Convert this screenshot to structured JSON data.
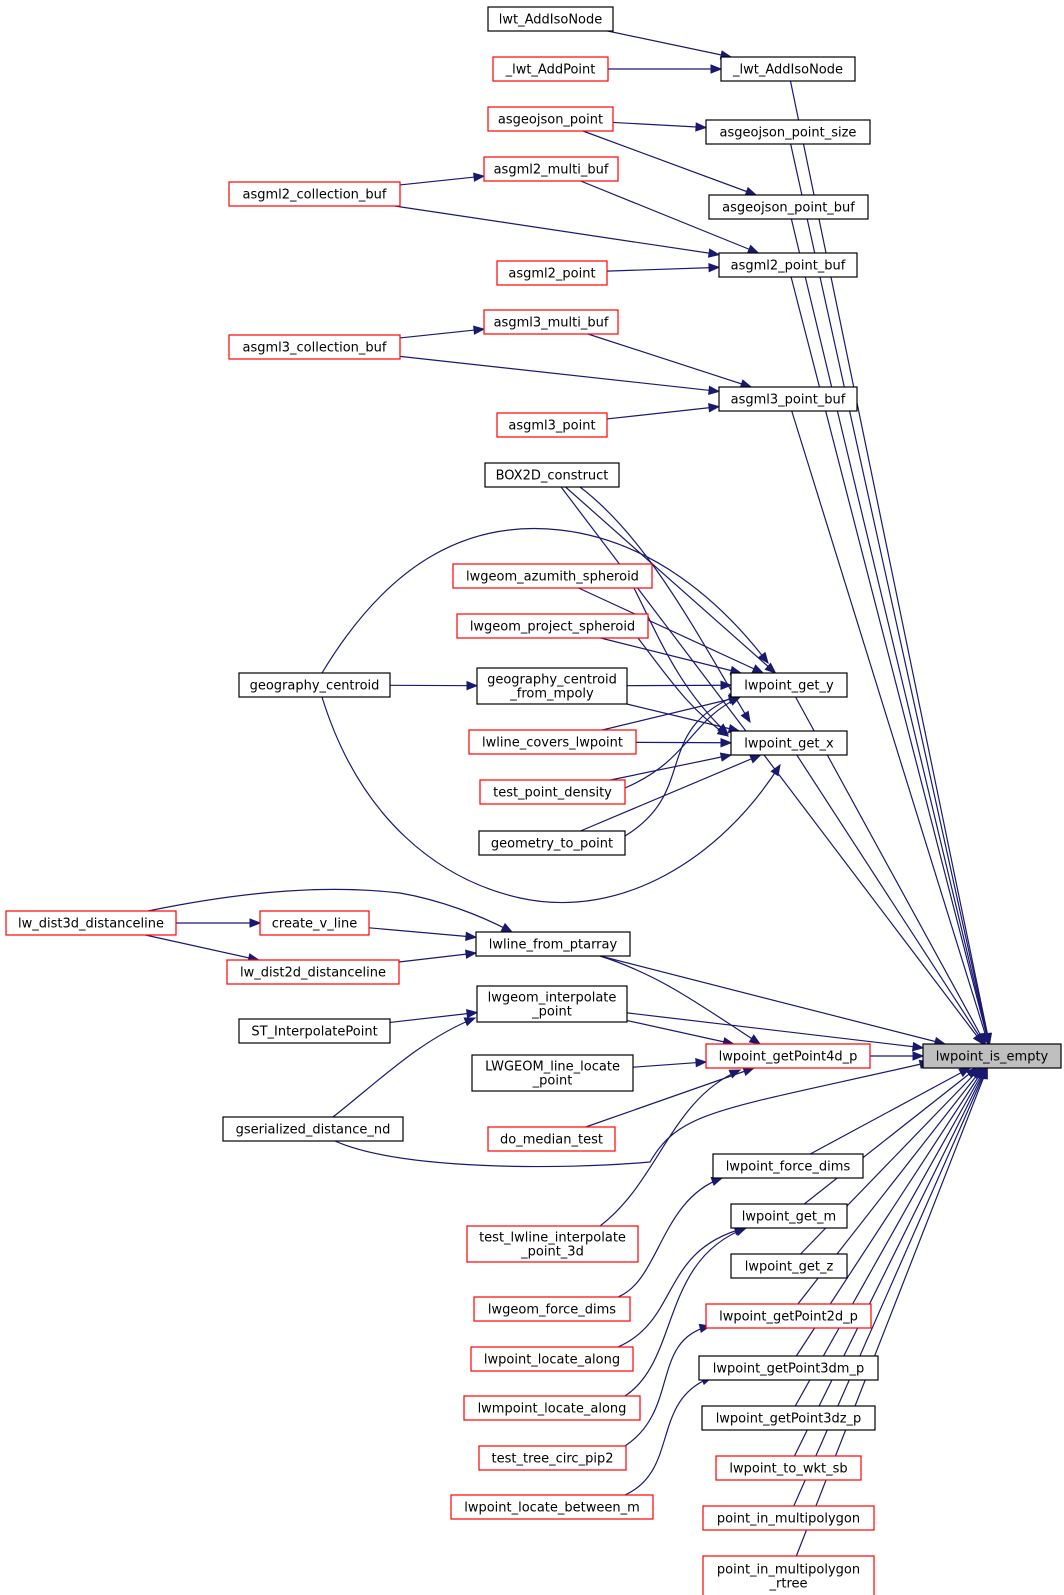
{
  "target": "lwpoint_is_empty",
  "nodes": {
    "lwt_AddIsoNode": {
      "lines": [
        "lwt_AddIsoNode"
      ],
      "style": "black"
    },
    "_lwt_AddPoint": {
      "lines": [
        "_lwt_AddPoint"
      ],
      "style": "red"
    },
    "_lwt_AddIsoNode": {
      "lines": [
        "_lwt_AddIsoNode"
      ],
      "style": "black"
    },
    "asgeojson_point": {
      "lines": [
        "asgeojson_point"
      ],
      "style": "red"
    },
    "asgeojson_point_size": {
      "lines": [
        "asgeojson_point_size"
      ],
      "style": "black"
    },
    "asgml2_multi_buf": {
      "lines": [
        "asgml2_multi_buf"
      ],
      "style": "red"
    },
    "asgml2_collection_buf": {
      "lines": [
        "asgml2_collection_buf"
      ],
      "style": "red"
    },
    "asgeojson_point_buf": {
      "lines": [
        "asgeojson_point_buf"
      ],
      "style": "black"
    },
    "asgml2_point_buf": {
      "lines": [
        "asgml2_point_buf"
      ],
      "style": "black"
    },
    "asgml2_point": {
      "lines": [
        "asgml2_point"
      ],
      "style": "red"
    },
    "asgml3_multi_buf": {
      "lines": [
        "asgml3_multi_buf"
      ],
      "style": "red"
    },
    "asgml3_collection_buf": {
      "lines": [
        "asgml3_collection_buf"
      ],
      "style": "red"
    },
    "asgml3_point_buf": {
      "lines": [
        "asgml3_point_buf"
      ],
      "style": "black"
    },
    "asgml3_point": {
      "lines": [
        "asgml3_point"
      ],
      "style": "red"
    },
    "BOX2D_construct": {
      "lines": [
        "BOX2D_construct"
      ],
      "style": "black"
    },
    "lwgeom_azumith_spheroid": {
      "lines": [
        "lwgeom_azumith_spheroid"
      ],
      "style": "red"
    },
    "lwgeom_project_spheroid": {
      "lines": [
        "lwgeom_project_spheroid"
      ],
      "style": "red"
    },
    "geography_centroid": {
      "lines": [
        "geography_centroid"
      ],
      "style": "black"
    },
    "geography_centroid_from_mpoly": {
      "lines": [
        "geography_centroid",
        "_from_mpoly"
      ],
      "style": "black"
    },
    "lwpoint_get_y": {
      "lines": [
        "lwpoint_get_y"
      ],
      "style": "black"
    },
    "lwline_covers_lwpoint": {
      "lines": [
        "lwline_covers_lwpoint"
      ],
      "style": "red"
    },
    "lwpoint_get_x": {
      "lines": [
        "lwpoint_get_x"
      ],
      "style": "black"
    },
    "test_point_density": {
      "lines": [
        "test_point_density"
      ],
      "style": "red"
    },
    "geometry_to_point": {
      "lines": [
        "geometry_to_point"
      ],
      "style": "black"
    },
    "lw_dist3d_distanceline": {
      "lines": [
        "lw_dist3d_distanceline"
      ],
      "style": "red"
    },
    "create_v_line": {
      "lines": [
        "create_v_line"
      ],
      "style": "red"
    },
    "lwline_from_ptarray": {
      "lines": [
        "lwline_from_ptarray"
      ],
      "style": "black"
    },
    "lw_dist2d_distanceline": {
      "lines": [
        "lw_dist2d_distanceline"
      ],
      "style": "red"
    },
    "lwgeom_interpolate_point": {
      "lines": [
        "lwgeom_interpolate",
        "_point"
      ],
      "style": "black"
    },
    "ST_InterpolatePoint": {
      "lines": [
        "ST_InterpolatePoint"
      ],
      "style": "black"
    },
    "lwpoint_getPoint4d_p": {
      "lines": [
        "lwpoint_getPoint4d_p"
      ],
      "style": "red"
    },
    "lwpoint_is_empty": {
      "lines": [
        "lwpoint_is_empty"
      ],
      "style": "target"
    },
    "LWGEOM_line_locate_point": {
      "lines": [
        "LWGEOM_line_locate",
        "_point"
      ],
      "style": "black"
    },
    "gserialized_distance_nd": {
      "lines": [
        "gserialized_distance_nd"
      ],
      "style": "black"
    },
    "do_median_test": {
      "lines": [
        "do_median_test"
      ],
      "style": "red"
    },
    "lwpoint_force_dims": {
      "lines": [
        "lwpoint_force_dims"
      ],
      "style": "black"
    },
    "lwpoint_get_m": {
      "lines": [
        "lwpoint_get_m"
      ],
      "style": "black"
    },
    "test_lwline_interpolate_point_3d": {
      "lines": [
        "test_lwline_interpolate",
        "_point_3d"
      ],
      "style": "red"
    },
    "lwpoint_get_z": {
      "lines": [
        "lwpoint_get_z"
      ],
      "style": "black"
    },
    "lwgeom_force_dims": {
      "lines": [
        "lwgeom_force_dims"
      ],
      "style": "red"
    },
    "lwpoint_getPoint2d_p": {
      "lines": [
        "lwpoint_getPoint2d_p"
      ],
      "style": "red"
    },
    "lwpoint_locate_along": {
      "lines": [
        "lwpoint_locate_along"
      ],
      "style": "red"
    },
    "lwpoint_getPoint3dm_p": {
      "lines": [
        "lwpoint_getPoint3dm_p"
      ],
      "style": "black"
    },
    "lwmpoint_locate_along": {
      "lines": [
        "lwmpoint_locate_along"
      ],
      "style": "red"
    },
    "lwpoint_getPoint3dz_p": {
      "lines": [
        "lwpoint_getPoint3dz_p"
      ],
      "style": "black"
    },
    "test_tree_circ_pip2": {
      "lines": [
        "test_tree_circ_pip2"
      ],
      "style": "red"
    },
    "lwpoint_to_wkt_sb": {
      "lines": [
        "lwpoint_to_wkt_sb"
      ],
      "style": "red"
    },
    "lwpoint_locate_between_m": {
      "lines": [
        "lwpoint_locate_between_m"
      ],
      "style": "red"
    },
    "point_in_multipolygon": {
      "lines": [
        "point_in_multipolygon"
      ],
      "style": "red"
    },
    "point_in_multipolygon_rtree": {
      "lines": [
        "point_in_multipolygon",
        "_rtree"
      ],
      "style": "red"
    }
  },
  "edges": [
    [
      "lwt_AddIsoNode",
      "_lwt_AddIsoNode"
    ],
    [
      "_lwt_AddPoint",
      "_lwt_AddIsoNode"
    ],
    [
      "_lwt_AddIsoNode",
      "lwpoint_is_empty"
    ],
    [
      "asgeojson_point",
      "asgeojson_point_size"
    ],
    [
      "asgeojson_point",
      "asgeojson_point_buf"
    ],
    [
      "asgeojson_point_size",
      "lwpoint_is_empty"
    ],
    [
      "asgeojson_point_buf",
      "lwpoint_is_empty"
    ],
    [
      "asgml2_collection_buf",
      "asgml2_multi_buf"
    ],
    [
      "asgml2_collection_buf",
      "asgml2_point_buf"
    ],
    [
      "asgml2_multi_buf",
      "asgml2_point_buf"
    ],
    [
      "asgml2_point",
      "asgml2_point_buf"
    ],
    [
      "asgml2_point_buf",
      "lwpoint_is_empty"
    ],
    [
      "asgml3_collection_buf",
      "asgml3_multi_buf"
    ],
    [
      "asgml3_collection_buf",
      "asgml3_point_buf"
    ],
    [
      "asgml3_multi_buf",
      "asgml3_point_buf"
    ],
    [
      "asgml3_point",
      "asgml3_point_buf"
    ],
    [
      "asgml3_point_buf",
      "lwpoint_is_empty"
    ],
    [
      "BOX2D_construct",
      "lwpoint_get_y"
    ],
    [
      "BOX2D_construct",
      "lwpoint_get_x"
    ],
    [
      "BOX2D_construct",
      "lwpoint_is_empty"
    ],
    [
      "lwgeom_azumith_spheroid",
      "lwpoint_get_y"
    ],
    [
      "lwgeom_azumith_spheroid",
      "lwpoint_get_x"
    ],
    [
      "lwgeom_project_spheroid",
      "lwpoint_get_y"
    ],
    [
      "lwgeom_project_spheroid",
      "lwpoint_get_x"
    ],
    [
      "geography_centroid",
      "geography_centroid_from_mpoly"
    ],
    [
      "geography_centroid",
      "lwpoint_get_y"
    ],
    [
      "geography_centroid",
      "lwpoint_get_x"
    ],
    [
      "geography_centroid_from_mpoly",
      "lwpoint_get_y"
    ],
    [
      "geography_centroid_from_mpoly",
      "lwpoint_get_x"
    ],
    [
      "lwline_covers_lwpoint",
      "lwpoint_get_y"
    ],
    [
      "lwline_covers_lwpoint",
      "lwpoint_get_x"
    ],
    [
      "test_point_density",
      "lwpoint_get_y"
    ],
    [
      "test_point_density",
      "lwpoint_get_x"
    ],
    [
      "geometry_to_point",
      "lwpoint_get_y"
    ],
    [
      "geometry_to_point",
      "lwpoint_get_x"
    ],
    [
      "lwpoint_get_y",
      "lwpoint_is_empty"
    ],
    [
      "lwpoint_get_x",
      "lwpoint_is_empty"
    ],
    [
      "lw_dist3d_distanceline",
      "create_v_line"
    ],
    [
      "lw_dist3d_distanceline",
      "lwline_from_ptarray"
    ],
    [
      "lw_dist2d_distanceline",
      "lwline_from_ptarray"
    ],
    [
      "lw_dist3d_distanceline",
      "lw_dist2d_distanceline"
    ],
    [
      "create_v_line",
      "lwline_from_ptarray"
    ],
    [
      "lwline_from_ptarray",
      "lwpoint_getPoint4d_p"
    ],
    [
      "lwline_from_ptarray",
      "lwpoint_is_empty"
    ],
    [
      "ST_InterpolatePoint",
      "lwgeom_interpolate_point"
    ],
    [
      "gserialized_distance_nd",
      "lwgeom_interpolate_point"
    ],
    [
      "lwgeom_interpolate_point",
      "lwpoint_getPoint4d_p"
    ],
    [
      "lwgeom_interpolate_point",
      "lwpoint_is_empty"
    ],
    [
      "LWGEOM_line_locate_point",
      "lwpoint_getPoint4d_p"
    ],
    [
      "do_median_test",
      "lwpoint_getPoint4d_p"
    ],
    [
      "gserialized_distance_nd",
      "lwpoint_is_empty"
    ],
    [
      "test_lwline_interpolate_point_3d",
      "lwpoint_getPoint4d_p"
    ],
    [
      "lwpoint_getPoint4d_p",
      "lwpoint_is_empty"
    ],
    [
      "lwgeom_force_dims",
      "lwpoint_force_dims"
    ],
    [
      "lwpoint_force_dims",
      "lwpoint_is_empty"
    ],
    [
      "lwpoint_locate_along",
      "lwpoint_get_m"
    ],
    [
      "lwmpoint_locate_along",
      "lwpoint_get_m"
    ],
    [
      "test_tree_circ_pip2",
      "lwpoint_getPoint2d_p"
    ],
    [
      "lwpoint_locate_between_m",
      "lwpoint_getPoint3dm_p"
    ],
    [
      "lwpoint_get_m",
      "lwpoint_is_empty"
    ],
    [
      "lwpoint_get_z",
      "lwpoint_is_empty"
    ],
    [
      "lwpoint_getPoint2d_p",
      "lwpoint_is_empty"
    ],
    [
      "lwpoint_getPoint3dm_p",
      "lwpoint_is_empty"
    ],
    [
      "lwpoint_getPoint3dz_p",
      "lwpoint_is_empty"
    ],
    [
      "lwpoint_to_wkt_sb",
      "lwpoint_is_empty"
    ],
    [
      "point_in_multipolygon",
      "lwpoint_is_empty"
    ],
    [
      "point_in_multipolygon_rtree",
      "lwpoint_is_empty"
    ]
  ]
}
